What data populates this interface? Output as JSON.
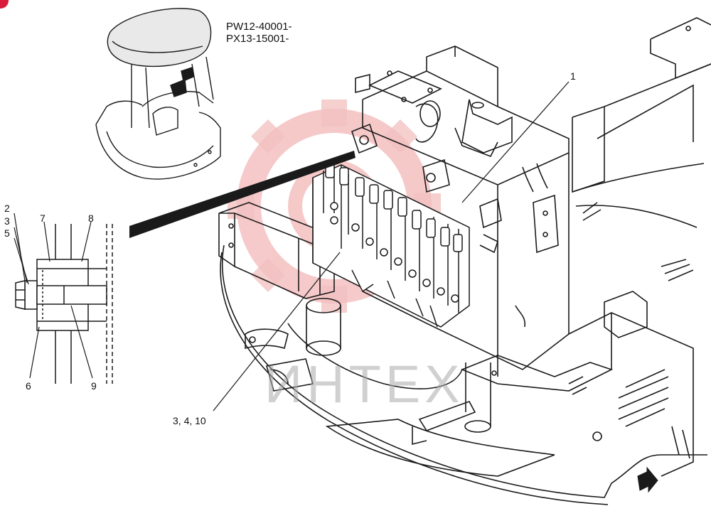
{
  "serials": [
    "PW12-40001-",
    "PX13-15001-"
  ],
  "callouts": {
    "c1": "1",
    "c2": "2",
    "c3": "3",
    "c5": "5",
    "c6": "6",
    "c7": "7",
    "c8": "8",
    "c9": "9",
    "c3410": "3, 4, 10"
  },
  "watermark": {
    "text": "ИНТЕХ",
    "color": "#e8a0a0"
  },
  "colors": {
    "line": "#1a1a1a",
    "badge": "#d81b3c"
  },
  "icons": {
    "direction_arrow": "forward-arrow-icon"
  }
}
